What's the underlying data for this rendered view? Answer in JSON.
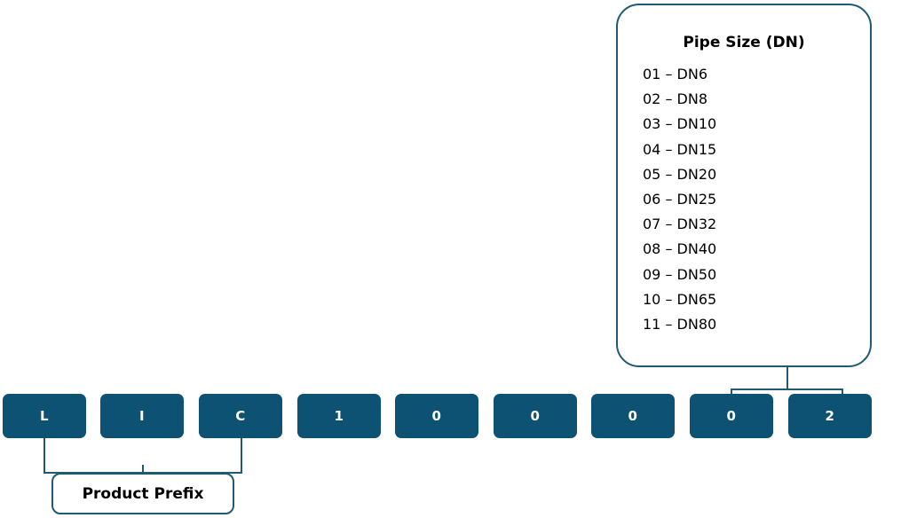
{
  "diagram": {
    "code_boxes": [
      {
        "char": "L"
      },
      {
        "char": "I"
      },
      {
        "char": "C"
      },
      {
        "char": "1"
      },
      {
        "char": "0"
      },
      {
        "char": "0"
      },
      {
        "char": "0"
      },
      {
        "char": "0"
      },
      {
        "char": "2"
      }
    ],
    "callouts": {
      "pipe_size": {
        "title": "Pipe Size (DN)",
        "items": [
          "01 – DN6",
          "02 – DN8",
          "03 – DN10",
          "04 – DN15",
          "05 – DN20",
          "06 – DN25",
          "07 – DN32",
          "08 – DN40",
          "09 – DN50",
          "10 – DN65",
          "11 – DN80"
        ]
      },
      "product_prefix": {
        "title": "Product Prefix"
      }
    },
    "colors": {
      "box_fill": "#0d5272",
      "box_text": "#ffffff",
      "outline": "#1f5a70",
      "background": "#ffffff"
    }
  }
}
